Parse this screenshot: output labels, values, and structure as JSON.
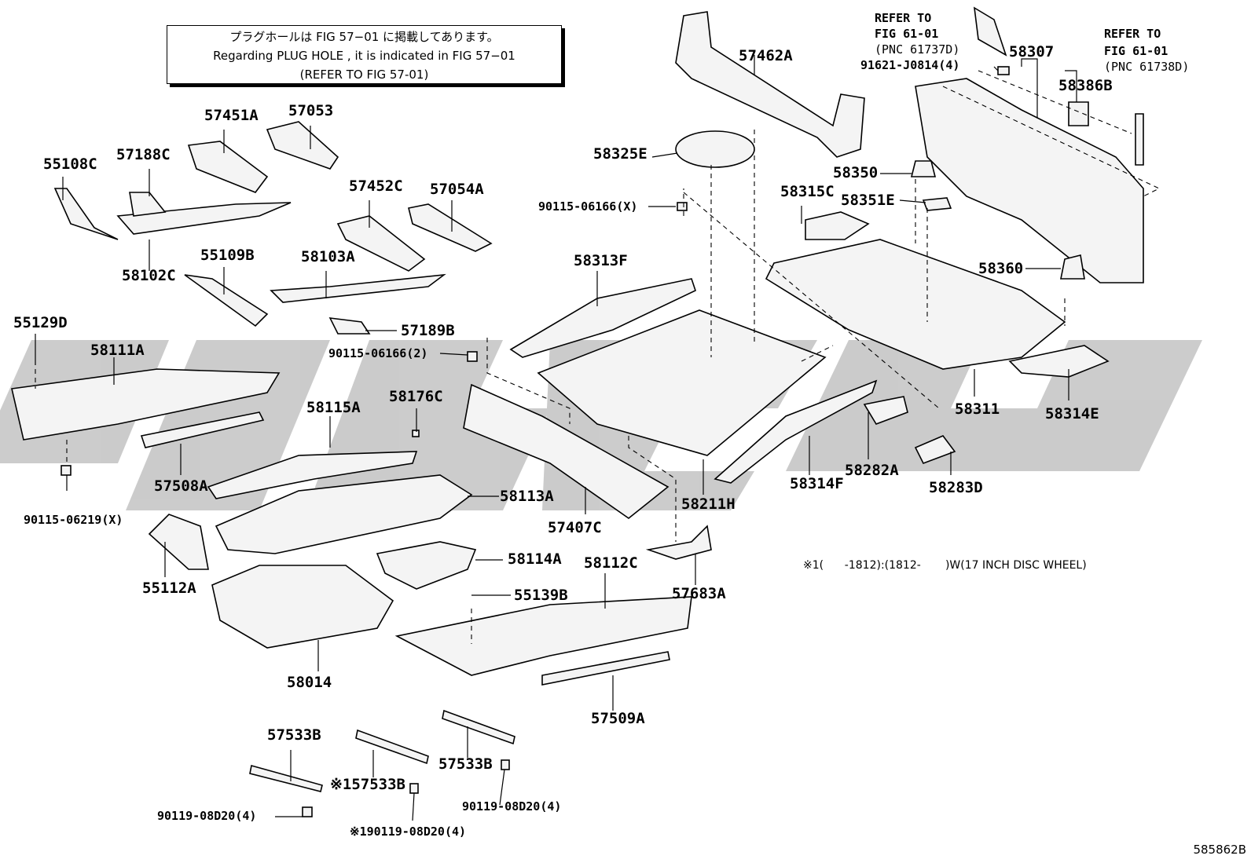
{
  "notice": {
    "line1": "プラグホールは FIG 57−01 に掲載してあります。",
    "line2": "Regarding  PLUG  HOLE , it is indicated in  FIG  57−01",
    "line3": "(REFER  TO  FIG  57-01)"
  },
  "references": {
    "left": {
      "line1": "REFER TO",
      "line2": "FIG 61-01",
      "line3": "(PNC 61737D)"
    },
    "right": {
      "line1": "REFER TO",
      "line2": "FIG 61-01",
      "line3": "(PNC 61738D)"
    }
  },
  "footnote": "※1(      -1812):(1812-       )W(17 INCH DISC WHEEL)",
  "figure_id": "585862B",
  "parts": {
    "p57462A": "57462A",
    "p58307": "58307",
    "p58386B": "58386B",
    "p91621": "91621-J0814(4)",
    "p57451A": "57451A",
    "p57053": "57053",
    "p55108C": "55108C",
    "p57188C": "57188C",
    "p58325E": "58325E",
    "p57452C": "57452C",
    "p57054A": "57054A",
    "p90115_x1": "90115-06166(X)",
    "p58350": "58350",
    "p58315C": "58315C",
    "p58351E": "58351E",
    "p58102C": "58102C",
    "p55109B": "55109B",
    "p58103A": "58103A",
    "p58313F": "58313F",
    "p58360": "58360",
    "p55129D": "55129D",
    "p57189B": "57189B",
    "p58111A": "58111A",
    "p90115_2": "90115-06166(2)",
    "p58176C": "58176C",
    "p58115A": "58115A",
    "p58311": "58311",
    "p58314E": "58314E",
    "p57508A": "57508A",
    "p58113A": "58113A",
    "p58282A": "58282A",
    "p58314F": "58314F",
    "p58283D": "58283D",
    "p58211H": "58211H",
    "p90115_x2": "90115-06219(X)",
    "p57407C": "57407C",
    "p58114A": "58114A",
    "p55112A": "55112A",
    "p58112C": "58112C",
    "p57683A": "57683A",
    "p55139B": "55139B",
    "p58014": "58014",
    "p57509A": "57509A",
    "p57533B_1": "57533B",
    "p57533B_2": "※157533B",
    "p57533B_3": "57533B",
    "p90119_1": "90119-08D20(4)",
    "p90119_2": "90119-08D20(4)",
    "p90119_3": "※190119-08D20(4)"
  },
  "colors": {
    "line": "#000000",
    "watermark": "#c8c8c8",
    "background": "#ffffff"
  }
}
